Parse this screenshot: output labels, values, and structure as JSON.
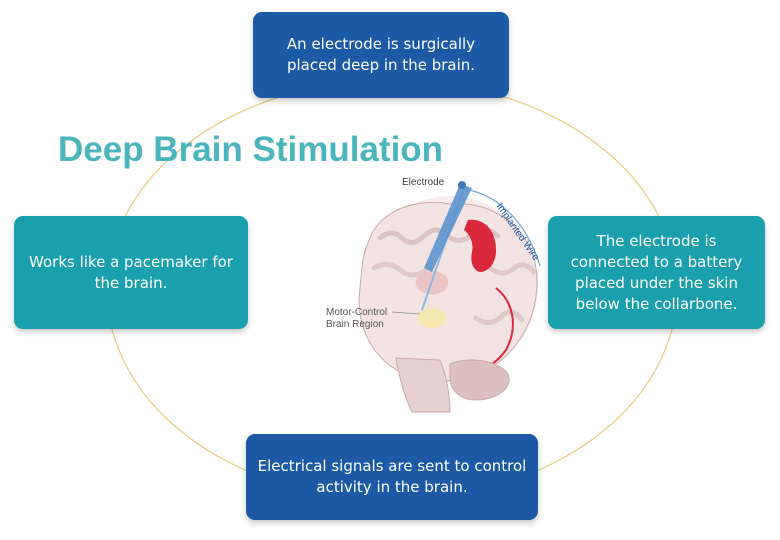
{
  "title": "Deep Brain Stimulation",
  "boxes": {
    "top": "An electrode is surgically placed deep in the brain.",
    "left": "Works like a pacemaker for the brain.",
    "right": "The electrode is connected to a battery placed under the skin below the collarbone.",
    "bottom": "Electrical signals are sent to control activity in the brain."
  },
  "illustration": {
    "electrode_label": "Electrode",
    "wire_label": "Implanted Wire",
    "region_label_line1": "Motor-Control",
    "region_label_line2": "Brain Region"
  },
  "colors": {
    "dark_blue": "#1d5aa6",
    "teal": "#1a9fae",
    "title": "#4bb5bd",
    "ring": "#e4cf7a",
    "highlight": "#d8283a"
  }
}
